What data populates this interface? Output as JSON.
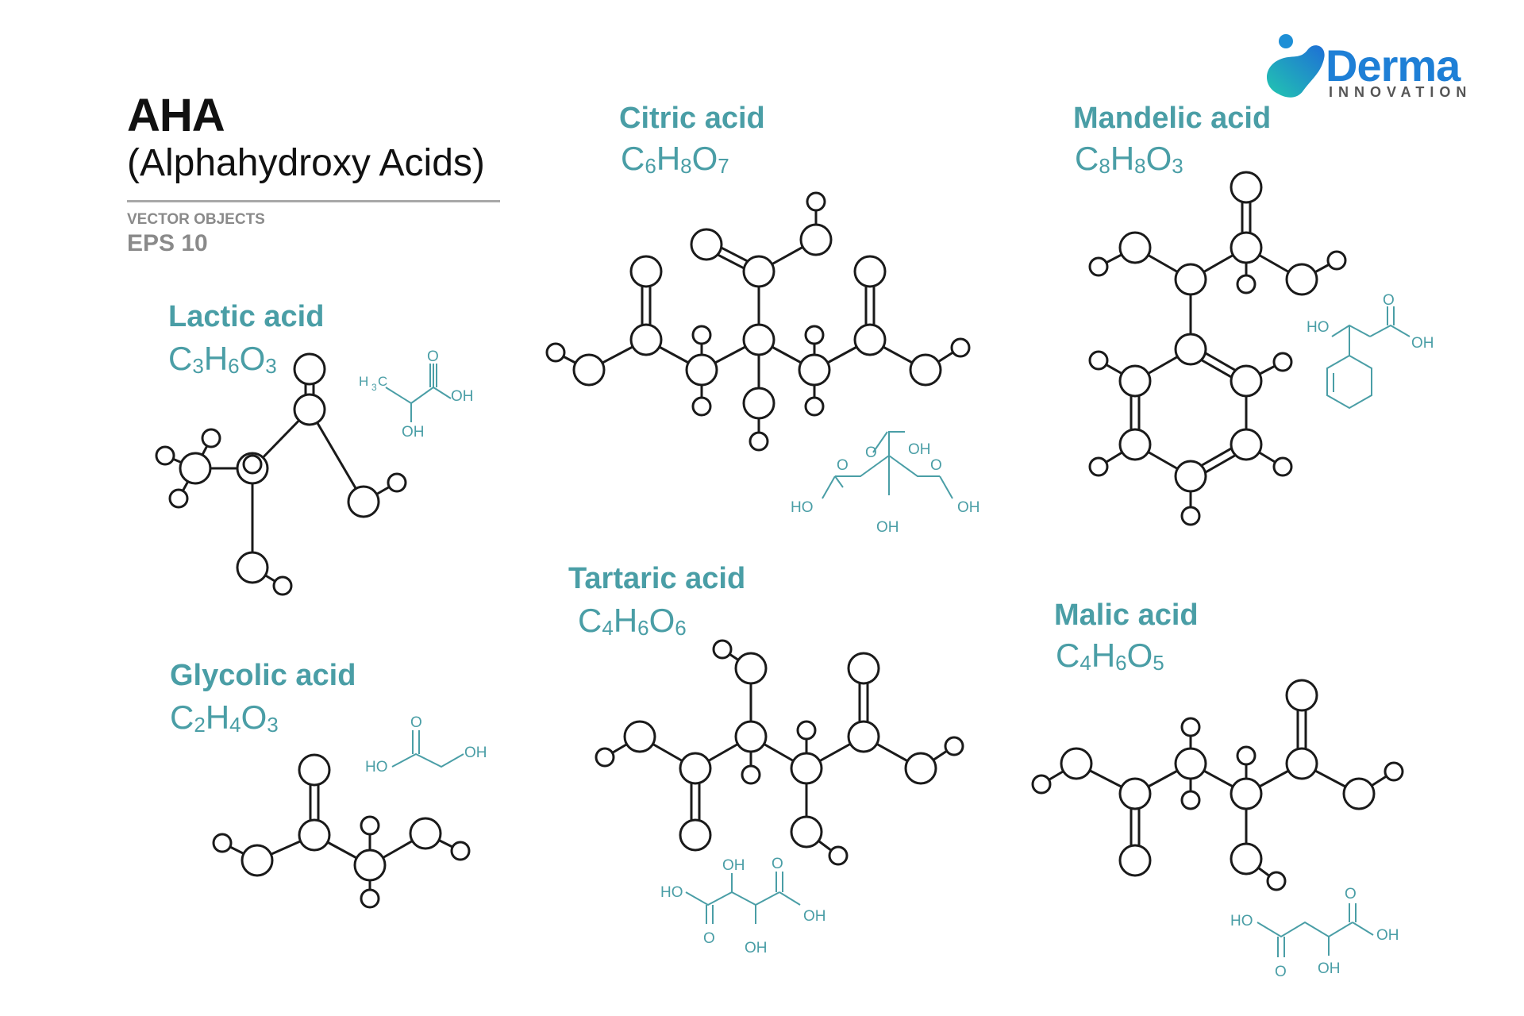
{
  "header": {
    "title": "AHA",
    "subtitle": "(Alphahydroxy Acids)",
    "meta_line1": "VECTOR OBJECTS",
    "meta_line2": "EPS 10"
  },
  "brand": {
    "name": "Derma",
    "tagline": "INNOVATION",
    "color": "#1e7fd6",
    "tagline_color": "#555555"
  },
  "colors": {
    "accent": "#4a9ea6",
    "bond": "#1a1a1a",
    "text_dark": "#111111",
    "text_gray": "#8a8a8a"
  },
  "acids": [
    {
      "id": "lactic",
      "name": "Lactic acid",
      "formula": [
        {
          "el": "C",
          "n": "3"
        },
        {
          "el": "H",
          "n": "6"
        },
        {
          "el": "O",
          "n": "3"
        }
      ],
      "skeletal_labels": {
        "h3c": "H",
        "h3c_sub": "3",
        "h3c_c": "C",
        "o": "O",
        "oh1": "OH",
        "oh2": "OH"
      }
    },
    {
      "id": "glycolic",
      "name": "Glycolic acid",
      "formula": [
        {
          "el": "C",
          "n": "2"
        },
        {
          "el": "H",
          "n": "4"
        },
        {
          "el": "O",
          "n": "3"
        }
      ],
      "skeletal_labels": {
        "ho": "HO",
        "o": "O",
        "oh": "OH"
      }
    },
    {
      "id": "citric",
      "name": "Citric acid",
      "formula": [
        {
          "el": "C",
          "n": "6"
        },
        {
          "el": "H",
          "n": "8"
        },
        {
          "el": "O",
          "n": "7"
        }
      ],
      "skeletal_labels": {
        "o1": "O",
        "oh_top": "OH",
        "o2": "O",
        "o3": "O",
        "ho": "HO",
        "oh_right": "OH",
        "oh_bottom": "OH"
      }
    },
    {
      "id": "tartaric",
      "name": "Tartaric acid",
      "formula": [
        {
          "el": "C",
          "n": "4"
        },
        {
          "el": "H",
          "n": "6"
        },
        {
          "el": "O",
          "n": "6"
        }
      ],
      "skeletal_labels": {
        "oh_top": "OH",
        "o_top": "O",
        "ho": "HO",
        "oh_right": "OH",
        "o_bottom": "O",
        "oh_bottom": "OH"
      }
    },
    {
      "id": "mandelic",
      "name": "Mandelic acid",
      "formula": [
        {
          "el": "C",
          "n": "8"
        },
        {
          "el": "H",
          "n": "8"
        },
        {
          "el": "O",
          "n": "3"
        }
      ],
      "skeletal_labels": {
        "ho": "HO",
        "o": "O",
        "oh": "OH"
      }
    },
    {
      "id": "malic",
      "name": "Malic acid",
      "formula": [
        {
          "el": "C",
          "n": "4"
        },
        {
          "el": "H",
          "n": "6"
        },
        {
          "el": "O",
          "n": "5"
        }
      ],
      "skeletal_labels": {
        "o_top": "O",
        "ho": "HO",
        "oh_right": "OH",
        "o_bottom": "O",
        "oh_bottom": "OH"
      }
    }
  ]
}
